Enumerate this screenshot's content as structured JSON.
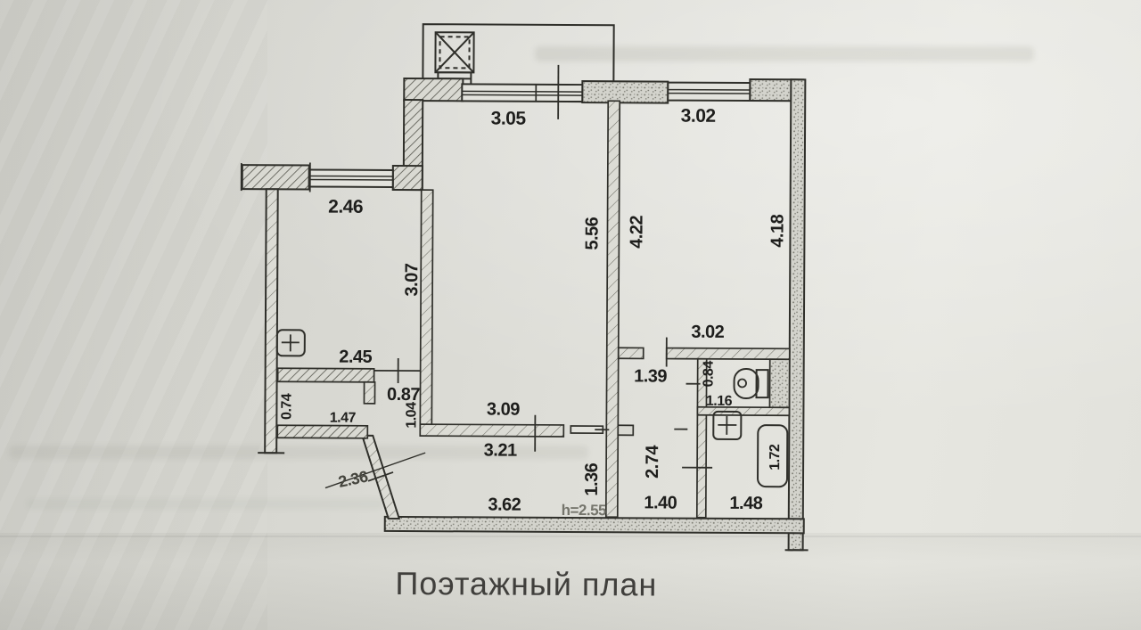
{
  "document": {
    "caption": "Поэтажный план"
  },
  "plan": {
    "dims": {
      "living_width_top": "3.05",
      "bedroom_width_top": "3.02",
      "kitchen_width": "2.46",
      "kitchen_depth": "3.07",
      "living_depth": "5.56",
      "bedroom_depth_left": "4.22",
      "bedroom_depth_right": "4.18",
      "bedroom_width_bottom": "3.02",
      "kitchen_width_bottom": "2.45",
      "closet_depth": "0.74",
      "closet_width": "1.47",
      "kitchen_doorway": "0.87",
      "corridor_stub_depth": "1.04",
      "living_width_bottom": "3.09",
      "corridor_width_upper": "3.21",
      "hall_width_top": "1.39",
      "wc_depth": "0.84",
      "wc_width": "1.16",
      "hall_depth": "2.74",
      "corridor_depth_right": "1.36",
      "diagonal_wall_struck": "2.36",
      "corridor_width_bottom": "3.62",
      "hall_width_bottom": "1.40",
      "bathroom_width": "1.48",
      "bathtub_length": "1.72",
      "ceiling_height": "h=2.55"
    },
    "fixtures": [
      "vent-shaft",
      "stove",
      "toilet",
      "sink",
      "bathtub"
    ],
    "colors": {
      "ink": "#2f2f2a",
      "label_ink": "#1e1e1c",
      "paper": "#dcdcd6"
    }
  }
}
